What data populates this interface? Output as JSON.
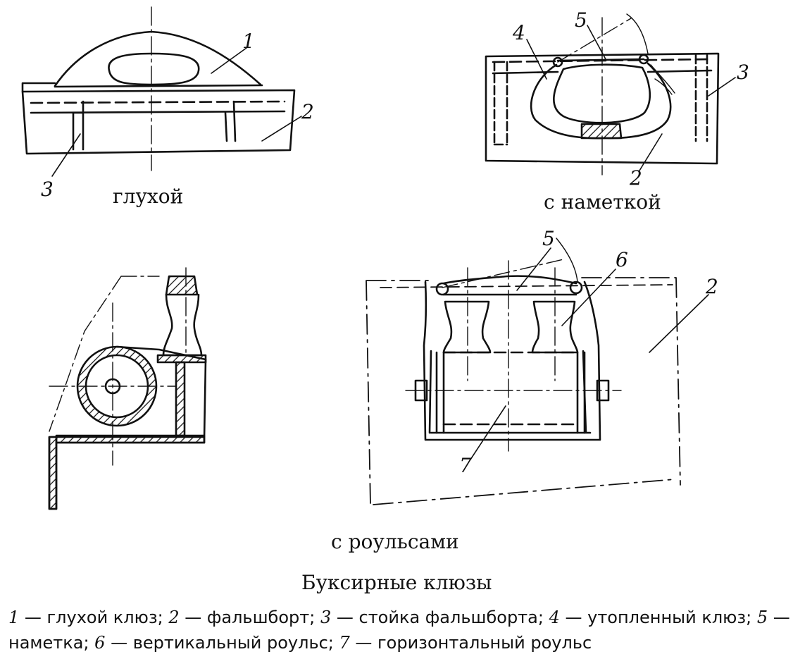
{
  "captions": {
    "blind": "глухой",
    "with_cover": "с наметкой",
    "with_rollers": "с роульсами",
    "figure_title": "Буксирные клюзы"
  },
  "callouts": {
    "blind": [
      "1",
      "2",
      "3"
    ],
    "cover": [
      "4",
      "5",
      "3",
      "2"
    ],
    "rollers": [
      "5",
      "6",
      "2",
      "7"
    ]
  },
  "legend": [
    {
      "num": "1",
      "text": " — глухой клюз; "
    },
    {
      "num": "2",
      "text": " — фальшборт; "
    },
    {
      "num": "3",
      "text": " — стойка фальшборта; "
    },
    {
      "num": "4",
      "text": " — утопленный клюз; "
    },
    {
      "num": "5",
      "text": " — наметка; "
    },
    {
      "num": "6",
      "text": " — вертикальный роульс; "
    },
    {
      "num": "7",
      "text": " — горизонтальный роульс"
    }
  ]
}
